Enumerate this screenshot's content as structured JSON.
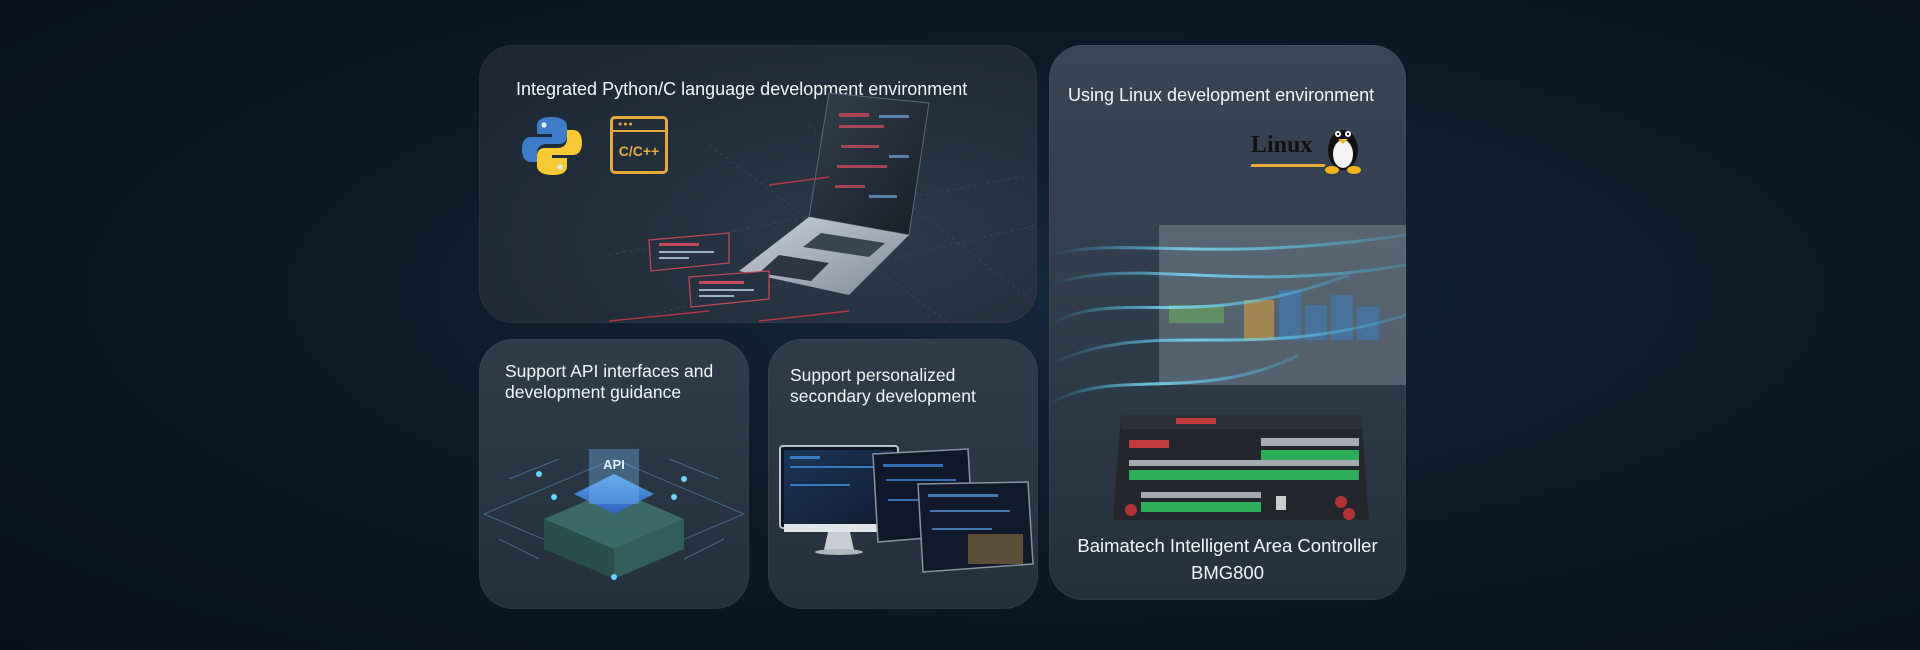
{
  "cards": {
    "python": {
      "title": "Integrated Python/C language development environment",
      "cpp_label": "C/C++"
    },
    "api": {
      "title": "Support API interfaces and development guidance",
      "api_label": "API"
    },
    "secondary": {
      "title": "Support personalized secondary development"
    },
    "linux": {
      "title": "Using Linux development environment",
      "logo_text": "Linux",
      "product_title": "Baimatech Intelligent Area Controller BMG800"
    }
  },
  "colors": {
    "background": "#0c1a28",
    "card": "#2a3643",
    "cpp_accent": "#e6a93a",
    "python_blue": "#3d7cc9",
    "python_yellow": "#f6c935"
  }
}
